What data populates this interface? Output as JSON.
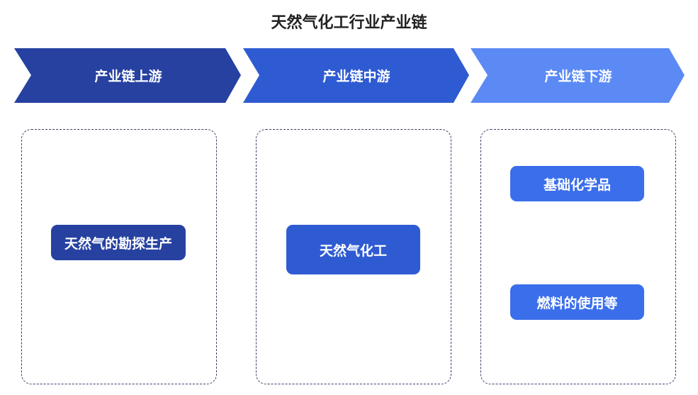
{
  "title": "天然气化工行业产业链",
  "colors": {
    "upstream": "#2641A0",
    "midstream": "#2F5BD2",
    "downstream": "#5B8AF5",
    "downstream_nodes": "#3A6EEB",
    "dashed_border": "#3A3F66"
  },
  "stages": [
    {
      "label": "产业链上游",
      "nodes": [
        "天然气的勘探生产"
      ]
    },
    {
      "label": "产业链中游",
      "nodes": [
        "天然气化工"
      ]
    },
    {
      "label": "产业链下游",
      "nodes": [
        "基础化学品",
        "燃料的使用等"
      ]
    }
  ]
}
